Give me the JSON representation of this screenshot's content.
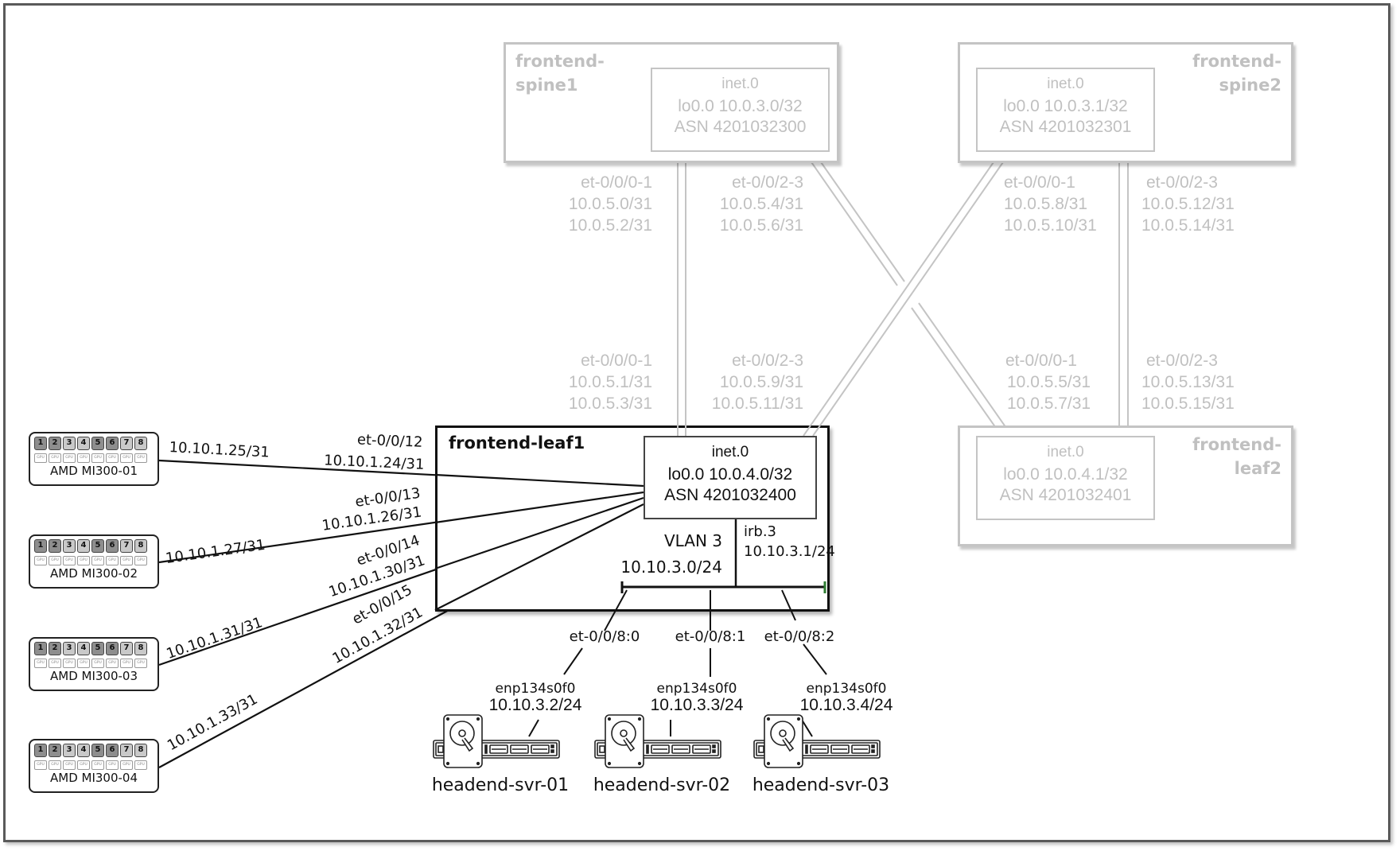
{
  "devices": {
    "spine1": {
      "name_line1": "frontend-",
      "name_line2": "spine1",
      "rt_title": "inet.0",
      "loopback": "lo0.0 10.0.3.0/32",
      "asn": "ASN 4201032300"
    },
    "spine2": {
      "name_line1": "frontend-",
      "name_line2": "spine2",
      "rt_title": "inet.0",
      "loopback": "lo0.0 10.0.3.1/32",
      "asn": "ASN 4201032301"
    },
    "leaf1": {
      "name": "frontend-leaf1",
      "rt_title": "inet.0",
      "loopback": "lo0.0 10.0.4.0/32",
      "asn": "ASN 4201032400",
      "vlan_name": "VLAN 3",
      "vlan_subnet": "10.10.3.0/24",
      "irb_name": "irb.3",
      "irb_addr": "10.10.3.1/24",
      "bus_end_color": "#2e7d32"
    },
    "leaf2": {
      "name_line1": "frontend-",
      "name_line2": "leaf2",
      "rt_title": "inet.0",
      "loopback": "lo0.0 10.0.4.1/32",
      "asn": "ASN 4201032401"
    }
  },
  "fabric_links": {
    "spine1_down_a": {
      "port": "et-0/0/0-1",
      "ip1": "10.0.5.0/31",
      "ip2": "10.0.5.2/31"
    },
    "spine1_down_b": {
      "port": "et-0/0/2-3",
      "ip1": "10.0.5.4/31",
      "ip2": "10.0.5.6/31"
    },
    "spine2_down_a": {
      "port": "et-0/0/0-1",
      "ip1": "10.0.5.8/31",
      "ip2": "10.0.5.10/31"
    },
    "spine2_down_b": {
      "port": "et-0/0/2-3",
      "ip1": "10.0.5.12/31",
      "ip2": "10.0.5.14/31"
    },
    "leaf1_up_a": {
      "port": "et-0/0/0-1",
      "ip1": "10.0.5.1/31",
      "ip2": "10.0.5.3/31"
    },
    "leaf1_up_b": {
      "port": "et-0/0/2-3",
      "ip1": "10.0.5.9/31",
      "ip2": "10.0.5.11/31"
    },
    "leaf2_up_a": {
      "port": "et-0/0/0-1",
      "ip1": "10.0.5.5/31",
      "ip2": "10.0.5.7/31"
    },
    "leaf2_up_b": {
      "port": "et-0/0/2-3",
      "ip1": "10.0.5.13/31",
      "ip2": "10.0.5.15/31"
    }
  },
  "gpu_nodes": [
    {
      "name": "AMD MI300-01",
      "host_ip": "10.10.1.25/31",
      "leaf_port": "et-0/0/12",
      "leaf_ip": "10.10.1.24/31"
    },
    {
      "name": "AMD MI300-02",
      "host_ip": "10.10.1.27/31",
      "leaf_port": "et-0/0/13",
      "leaf_ip": "10.10.1.26/31"
    },
    {
      "name": "AMD MI300-03",
      "host_ip": "10.10.1.31/31",
      "leaf_port": "et-0/0/14",
      "leaf_ip": "10.10.1.30/31"
    },
    {
      "name": "AMD MI300-04",
      "host_ip": "10.10.1.33/31",
      "leaf_port": "et-0/0/15",
      "leaf_ip": "10.10.1.32/31"
    }
  ],
  "gpu_chip_labels": [
    "1",
    "2",
    "3",
    "4",
    "5",
    "6",
    "7",
    "8"
  ],
  "gpu_chip_text": "GPU",
  "servers": [
    {
      "name": "headend-svr-01",
      "leaf_port": "et-0/0/8:0",
      "nic": "enp134s0f0",
      "ip": "10.10.3.2/24"
    },
    {
      "name": "headend-svr-02",
      "leaf_port": "et-0/0/8:1",
      "nic": "enp134s0f0",
      "ip": "10.10.3.3/24"
    },
    {
      "name": "headend-svr-03",
      "leaf_port": "et-0/0/8:2",
      "nic": "enp134s0f0",
      "ip": "10.10.3.4/24"
    }
  ]
}
